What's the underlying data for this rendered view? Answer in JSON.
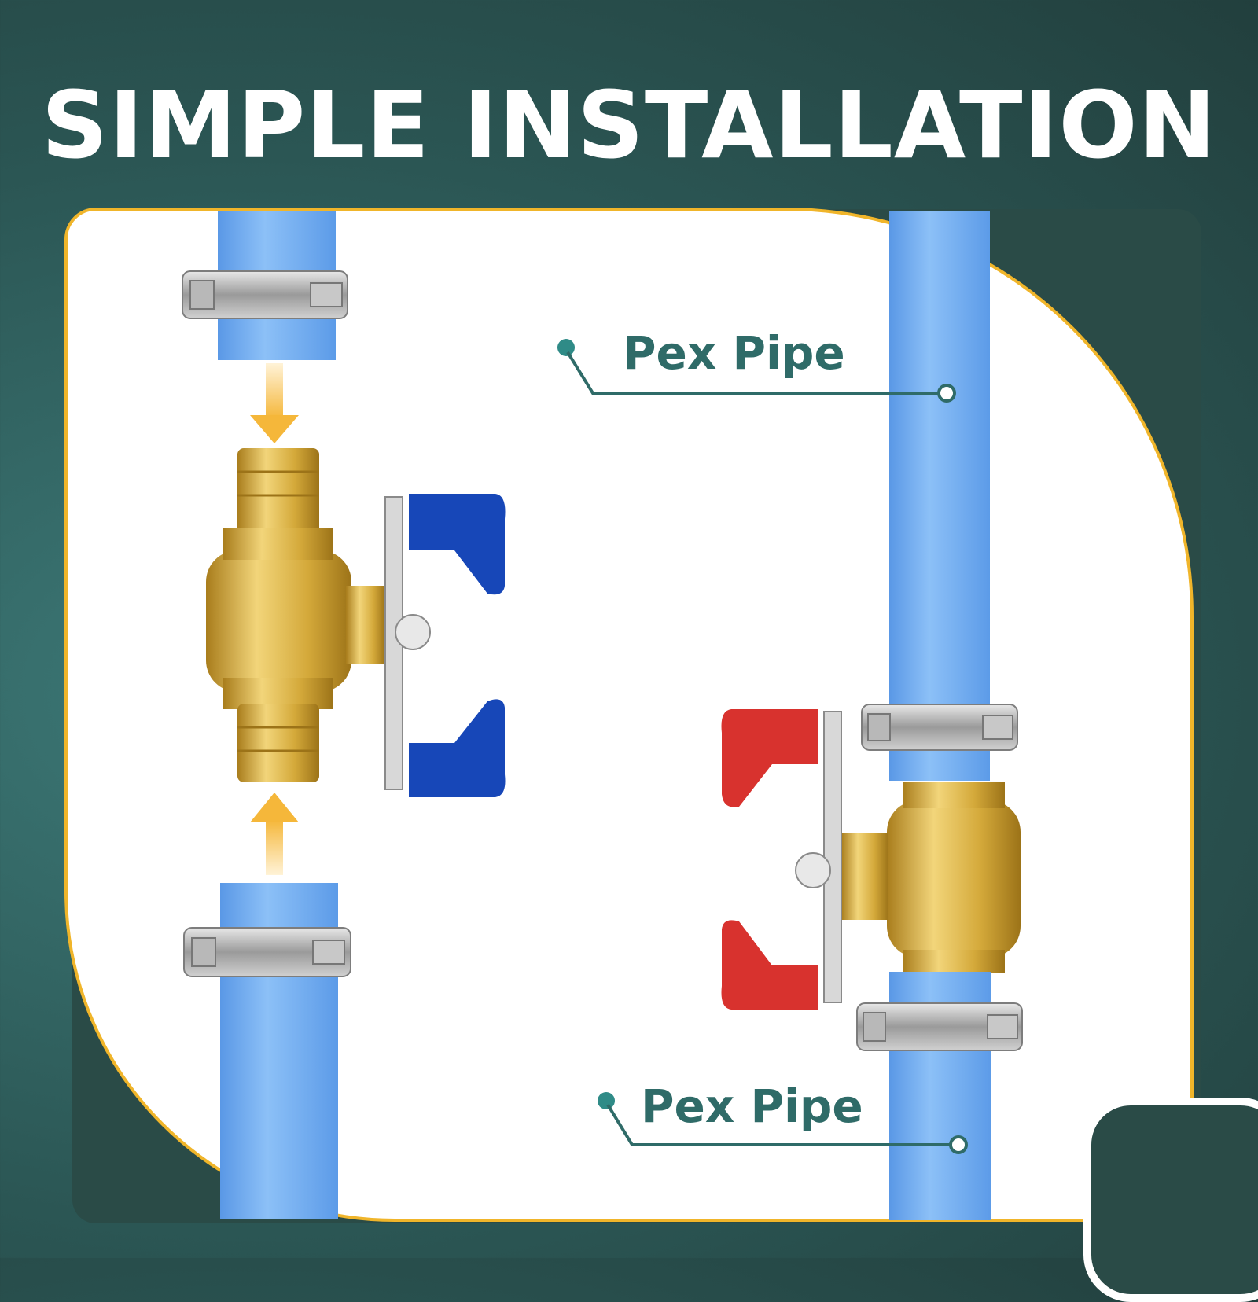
{
  "title": "SIMPLE INSTALLATION",
  "labels": {
    "pipe_top": "Pex Pipe",
    "pipe_bottom": "Pex Pipe"
  },
  "colors": {
    "background": "#2b5654",
    "card_border": "#f0b52a",
    "pipe": "#6aa8f0",
    "brass": "#d4a93a",
    "handle_blue": "#1747b8",
    "handle_red": "#d8322e",
    "leader": "#2f6b68",
    "arrow": "#f5b73a"
  }
}
